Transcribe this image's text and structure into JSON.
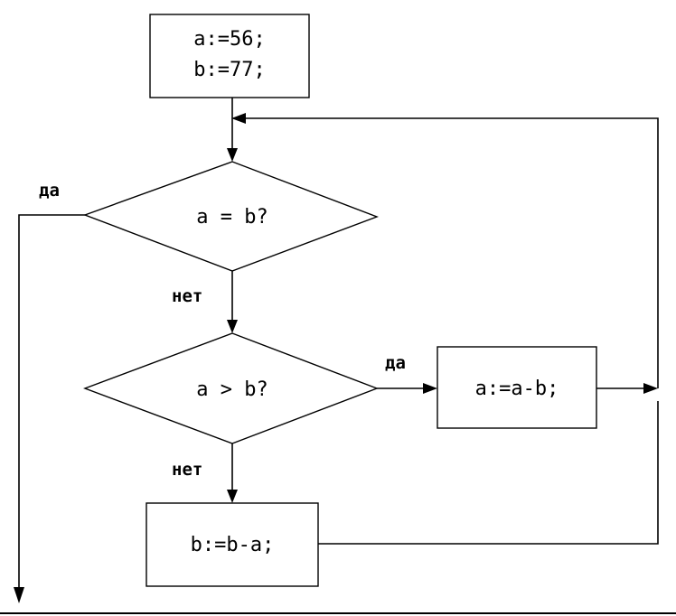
{
  "init_block": {
    "line1": "a:=56;",
    "line2": "b:=77;"
  },
  "decision_equal": {
    "text": "a = b?",
    "yes_label": "да",
    "no_label": "нет"
  },
  "decision_greater": {
    "text": "a > b?",
    "yes_label": "да",
    "no_label": "нет"
  },
  "process_a": {
    "text": "a:=a-b;"
  },
  "process_b": {
    "text": "b:=b-a;"
  }
}
